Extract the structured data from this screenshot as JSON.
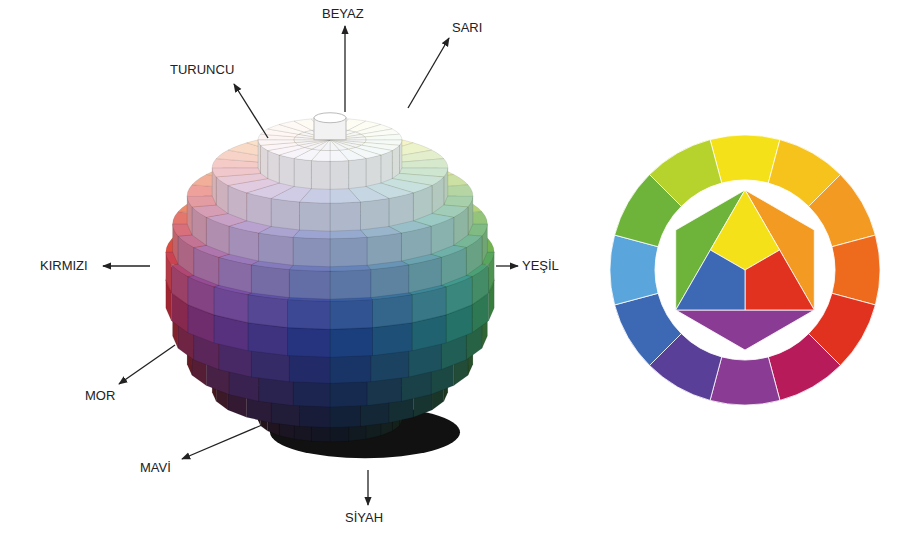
{
  "diagram": {
    "labels": [
      "BEYAZ",
      "SARI",
      "TURUNCU",
      "KIRMIZI",
      "YEŞİL",
      "MOR",
      "MAVİ",
      "SİYAH"
    ]
  }
}
